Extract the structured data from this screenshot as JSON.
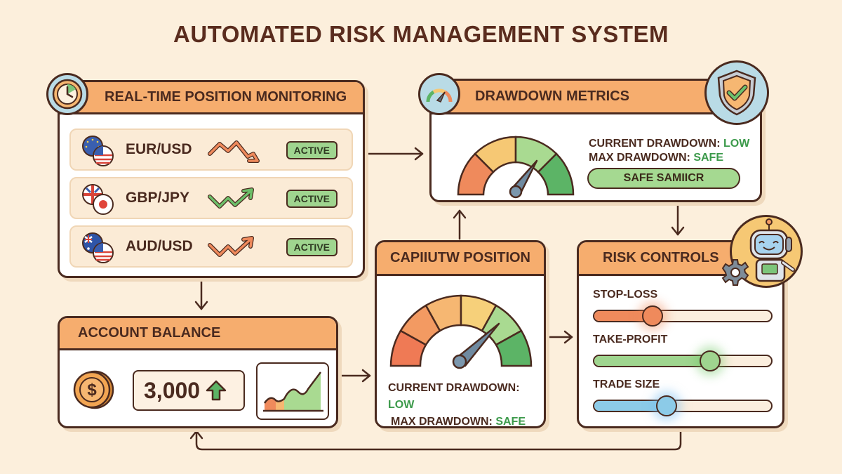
{
  "title": "AUTOMATED RISK MANAGEMENT SYSTEM",
  "colors": {
    "background": "#fcefdc",
    "header_orange": "#f6ad6e",
    "outline": "#4a2a1f",
    "active_green": "#9fd58f",
    "status_ok_green": "#3c9a4b",
    "stop_loss": "#ef8a5c",
    "take_profit": "#9fd58f",
    "trade_size": "#8ccbe8"
  },
  "position_monitoring": {
    "title": "REAL-TIME POSITION MONITORING",
    "icon": "clock-icon",
    "pairs": [
      {
        "symbol": "EUR/USD",
        "flags": [
          "eu-flag-icon",
          "us-flag-icon"
        ],
        "trend": "down",
        "trend_color": "#ef8a5c",
        "status": "ACTIVE"
      },
      {
        "symbol": "GBP/JPY",
        "flags": [
          "uk-flag-icon",
          "japan-flag-icon"
        ],
        "trend": "up",
        "trend_color": "#6dbf6a",
        "status": "ACTIVE"
      },
      {
        "symbol": "AUD/USD",
        "flags": [
          "australia-flag-icon",
          "us-flag-icon"
        ],
        "trend": "up",
        "trend_color": "#ef8a5c",
        "status": "ACTIVE"
      }
    ]
  },
  "drawdown_metrics": {
    "title": "DRAWDOWN METRICS",
    "icon": "gauge-icon",
    "badge_icon": "shield-check-icon",
    "current_label": "CURRENT DRAWDOWN:",
    "current_value": "LOW",
    "max_label": "MAX DRAWDOWN:",
    "max_value": "SAFE",
    "status_bar": "SAFE SAMIICR"
  },
  "account_balance": {
    "title": "ACCOUNT BALANCE",
    "icon": "dollar-coin-icon",
    "value": "3,000",
    "trend_icon": "arrow-up-icon",
    "chart_icon": "area-chart-icon"
  },
  "capital_position": {
    "title": "CAPIIUTW POSITION",
    "current_label": "CURRENT DRAWDOWN:",
    "current_value": "LOW",
    "max_label": "MAX DRAWDOWN:",
    "max_value": "SAFE"
  },
  "risk_controls": {
    "title": "RISK CONTROLS",
    "badge_icon": "robot-icon",
    "sliders": [
      {
        "label": "STOP-LOSS",
        "percent": 30
      },
      {
        "label": "TAKE-PROFIT",
        "percent": 64
      },
      {
        "label": "TRADE SIZE",
        "percent": 39
      }
    ]
  }
}
